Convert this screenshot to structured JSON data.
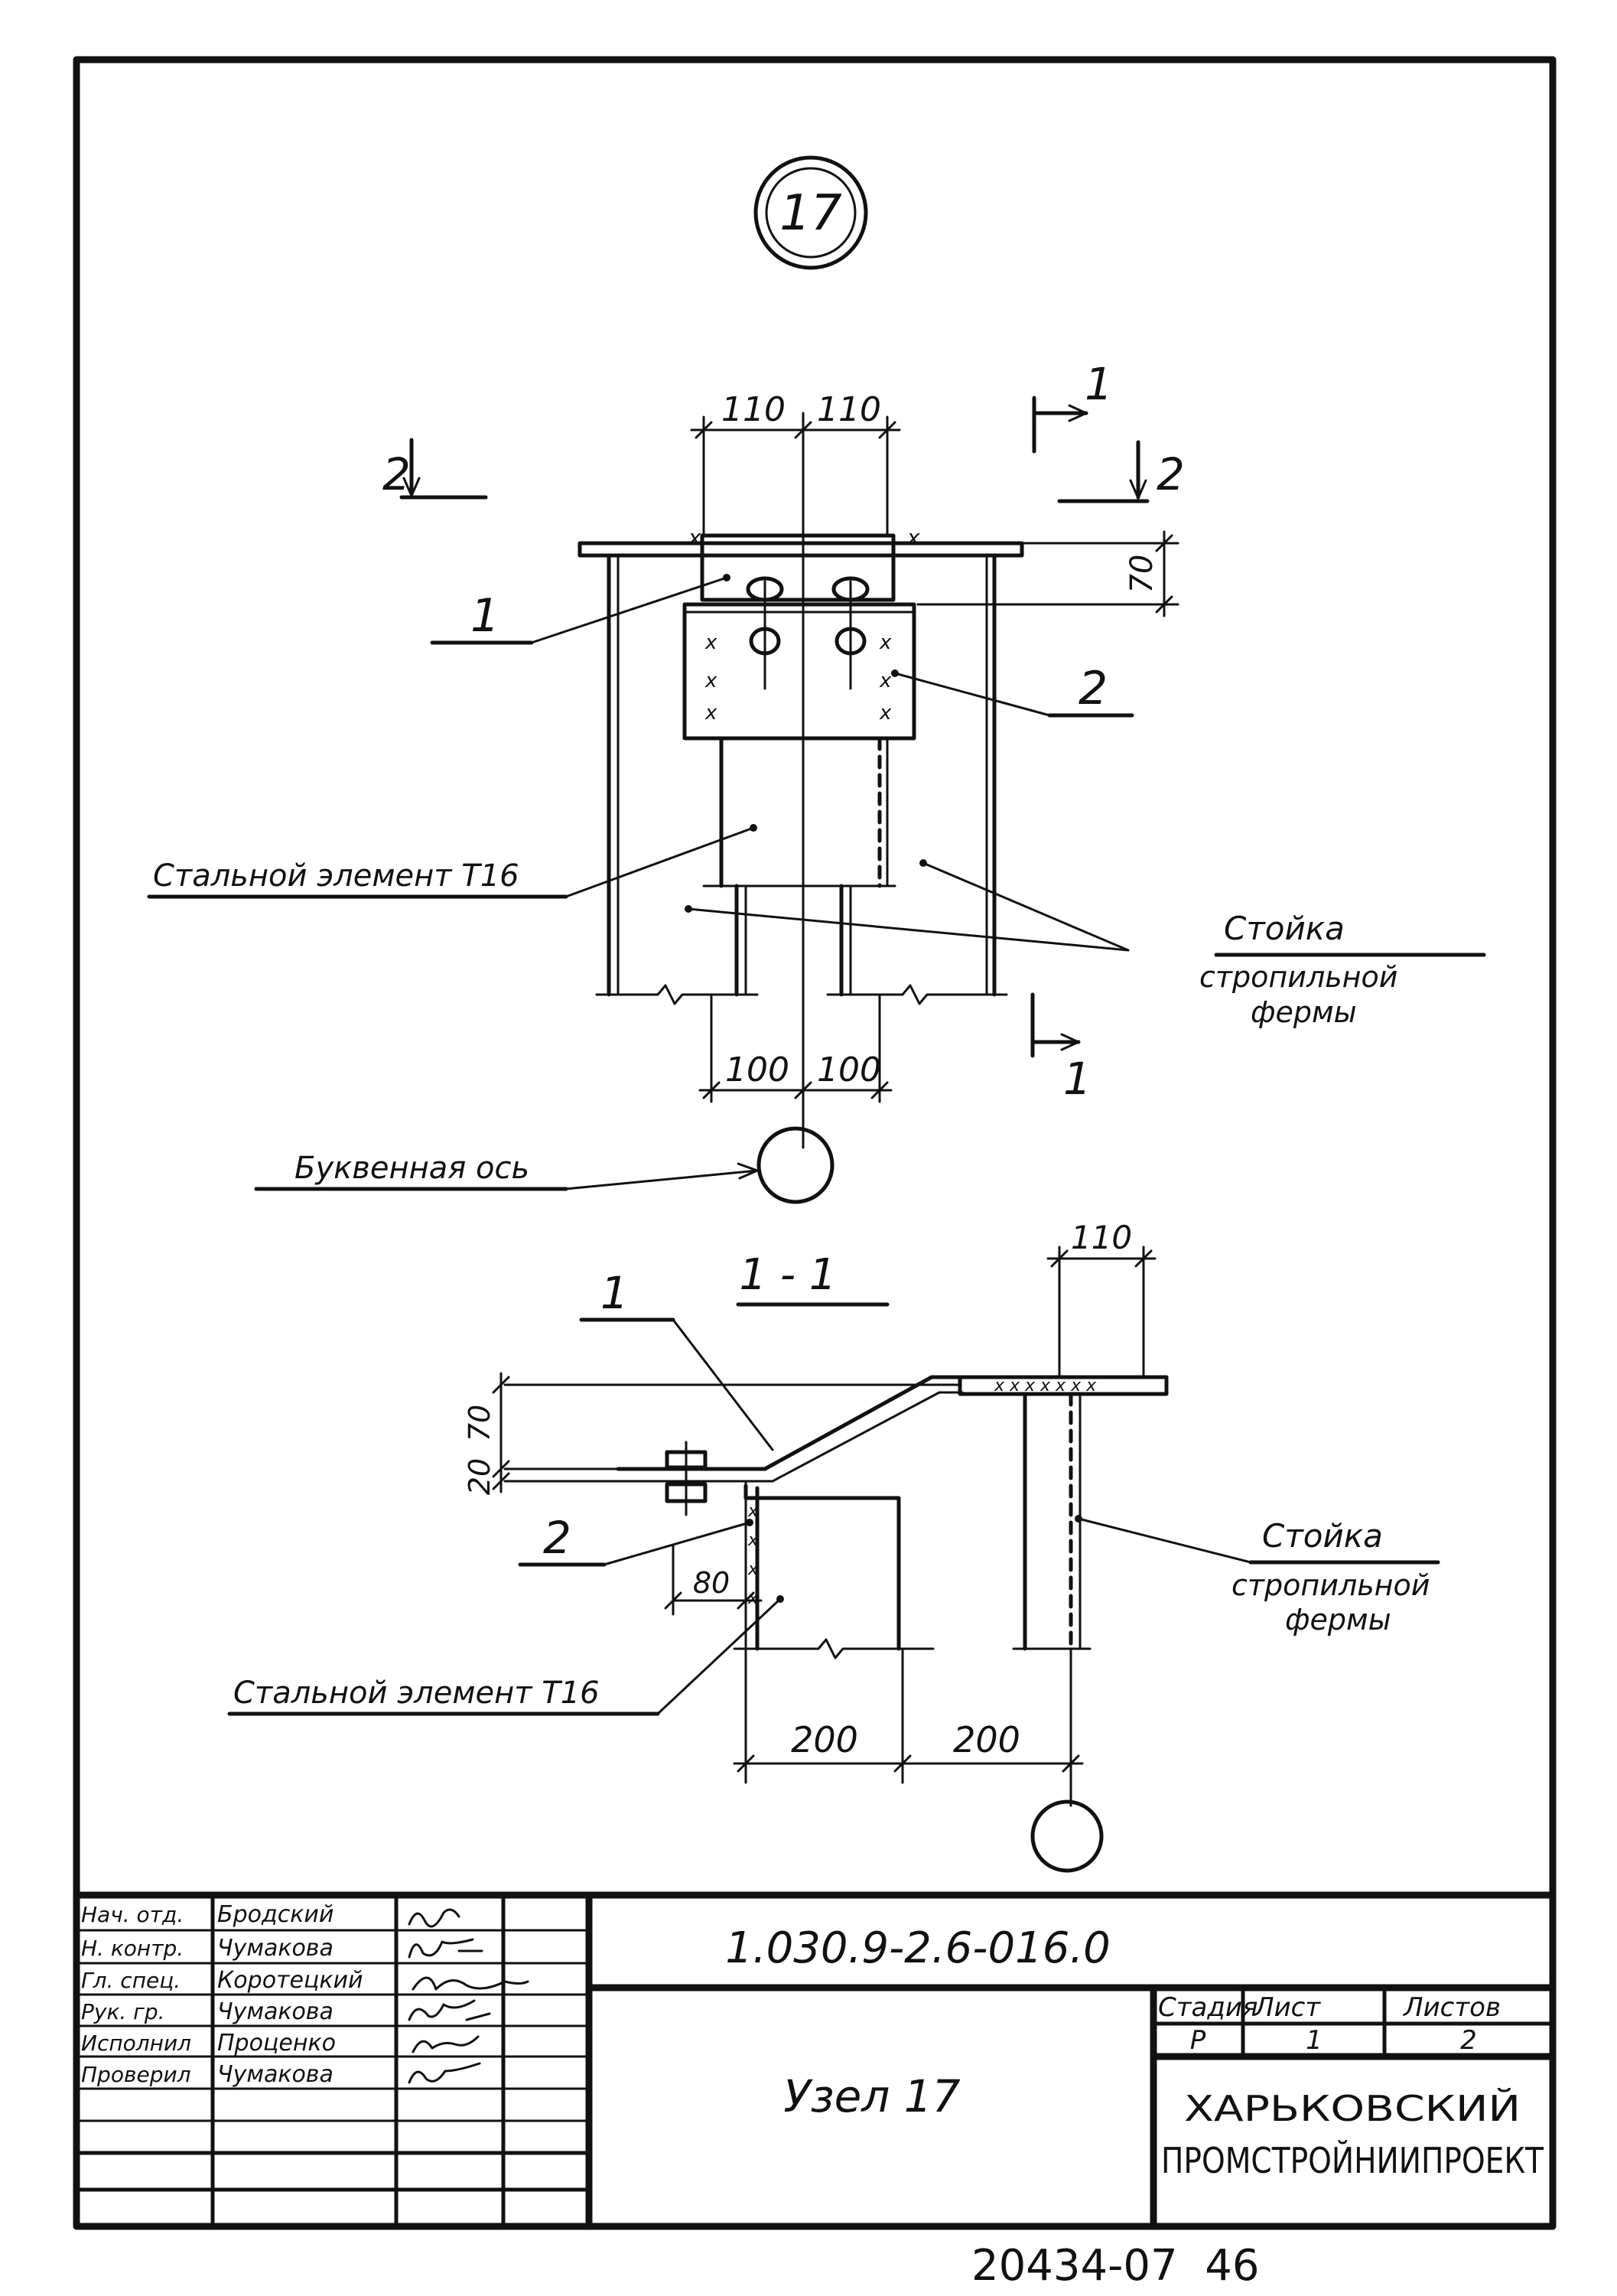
{
  "node_badge": "17",
  "top_view": {
    "dims_top": [
      "110",
      "110"
    ],
    "dims_bottom": [
      "100",
      "100"
    ],
    "dim_right": "70",
    "section_1": "1",
    "section_2": "2",
    "callout_1": "1",
    "callout_2": "2",
    "label_steel": "Стальной элемент Т16",
    "label_post_line1": "Стойка",
    "label_post_line2": "стропильной",
    "label_post_line3": "фермы",
    "label_axis": "Буквенная ось"
  },
  "section_view": {
    "title": "1 - 1",
    "dim_top": "110",
    "dim_left_top": "70",
    "dim_left_bottom": "20",
    "dim_small": "80",
    "dims_bottom": [
      "200",
      "200"
    ],
    "callout_1": "1",
    "callout_2": "2",
    "label_post_line1": "Стойка",
    "label_post_line2": "стропильной",
    "label_post_line3": "фермы",
    "label_steel": "Стальной элемент Т16"
  },
  "title_block": {
    "rows": [
      {
        "role": "Нач. отд.",
        "name": "Бродский"
      },
      {
        "role": "Н. контр.",
        "name": "Чумакова"
      },
      {
        "role": "Гл. спец.",
        "name": "Коротецкий"
      },
      {
        "role": "Рук. гр.",
        "name": "Чумакова"
      },
      {
        "role": "Исполнил",
        "name": "Проценко"
      },
      {
        "role": "Проверил",
        "name": "Чумакова"
      }
    ],
    "doc_code": "1.030.9-2.6-016.0",
    "sheet_title": "Узел 17",
    "stage_label": "Стадия",
    "sheet_label": "Лист",
    "sheets_label": "Листов",
    "stage_value": "Р",
    "sheet_value": "1",
    "sheets_value": "2",
    "org_line1": "ХАРЬКОВСКИЙ",
    "org_line2": "ПРОМСТРОЙНИИПРОЕКТ"
  },
  "footer_number": "20434-07  46"
}
